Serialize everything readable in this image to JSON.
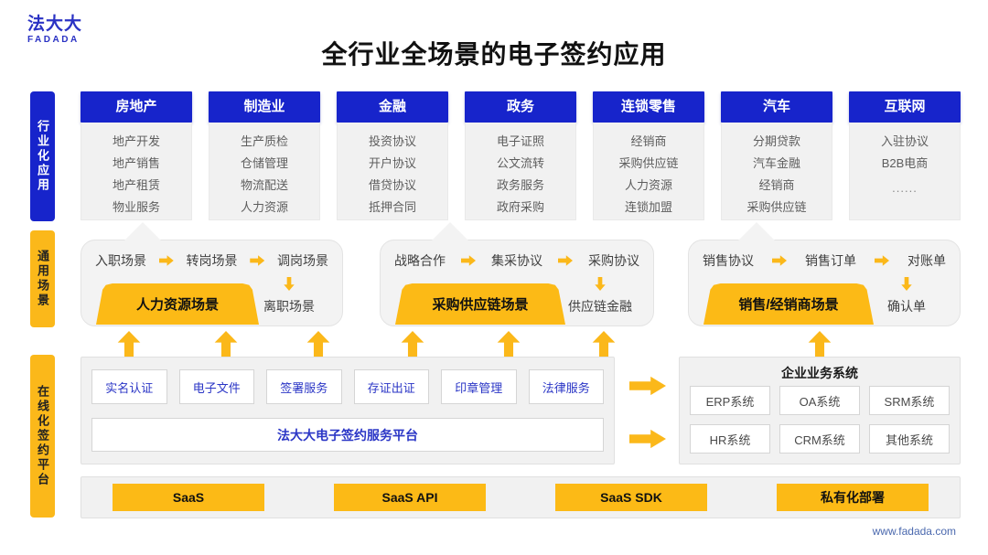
{
  "logo": {
    "cn": "法大大",
    "en": "FADADA"
  },
  "title": "全行业全场景的电子签约应用",
  "colors": {
    "brand_blue": "#1724cb",
    "brand_yellow": "#fbb81a",
    "panel_gray": "#f1f1f1",
    "text_blue": "#2b36c6"
  },
  "sidebar": {
    "tabs": [
      {
        "label": "行业化应用"
      },
      {
        "label": "通用场景"
      },
      {
        "label": "在线化签约平台"
      }
    ]
  },
  "industries": {
    "columns": [
      {
        "name": "房地产",
        "items": [
          "地产开发",
          "地产销售",
          "地产租赁",
          "物业服务"
        ]
      },
      {
        "name": "制造业",
        "items": [
          "生产质检",
          "仓储管理",
          "物流配送",
          "人力资源"
        ]
      },
      {
        "name": "金融",
        "items": [
          "投资协议",
          "开户协议",
          "借贷协议",
          "抵押合同"
        ]
      },
      {
        "name": "政务",
        "items": [
          "电子证照",
          "公文流转",
          "政务服务",
          "政府采购"
        ]
      },
      {
        "name": "连锁零售",
        "items": [
          "经销商",
          "采购供应链",
          "人力资源",
          "连锁加盟"
        ]
      },
      {
        "name": "汽车",
        "items": [
          "分期贷款",
          "汽车金融",
          "经销商",
          "采购供应链"
        ]
      },
      {
        "name": "互联网",
        "items": [
          "入驻协议",
          "B2B电商",
          "......"
        ]
      }
    ]
  },
  "scenarios": {
    "groups": [
      {
        "flow": [
          "入职场景",
          "转岗场景",
          "调岗场景"
        ],
        "extra": "离职场景",
        "banner": "人力资源场景"
      },
      {
        "flow": [
          "战略合作",
          "集采协议",
          "采购协议"
        ],
        "extra": "供应链金融",
        "banner": "采购供应链场景"
      },
      {
        "flow": [
          "销售协议",
          "销售订单",
          "对账单"
        ],
        "extra": "确认单",
        "banner": "销售/经销商场景"
      }
    ]
  },
  "platform": {
    "services": [
      "实名认证",
      "电子文件",
      "签署服务",
      "存证出证",
      "印章管理",
      "法律服务"
    ],
    "base": "法大大电子签约服务平台"
  },
  "enterprise": {
    "title": "企业业务系统",
    "systems": [
      "ERP系统",
      "OA系统",
      "SRM系统",
      "HR系统",
      "CRM系统",
      "其他系统"
    ]
  },
  "deployment": {
    "options": [
      "SaaS",
      "SaaS API",
      "SaaS SDK",
      "私有化部署"
    ]
  },
  "footer": {
    "url": "www.fadada.com"
  }
}
